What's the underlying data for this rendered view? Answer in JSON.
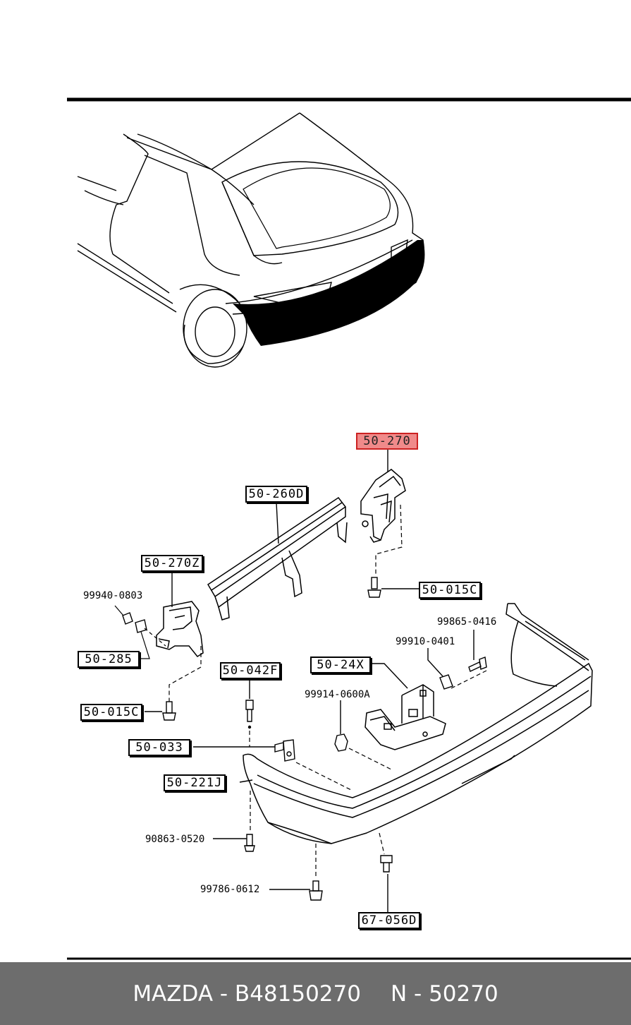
{
  "labels": {
    "p50_270": "50-270",
    "p50_260d": "50-260D",
    "p50_270z": "50-270Z",
    "p50_015c_a": "50-015C",
    "p50_015c_b": "50-015C",
    "p50_285": "50-285",
    "p50_24x": "50-24X",
    "p50_042f": "50-042F",
    "p50_033": "50-033",
    "p50_221j": "50-221J",
    "p67_056d": "67-056D",
    "b99940_0803": "99940-0803",
    "b99865_0416": "99865-0416",
    "b99910_0401": "99910-0401",
    "b99914_0600a": "99914-0600A",
    "b90863_0520": "90863-0520",
    "b99786_0612": "99786-0612"
  },
  "footer": {
    "left": "MAZDA - B48150270",
    "right": "N - 50270"
  },
  "colors": {
    "highlight": "#f08a8a",
    "footer_bg": "#6d6d6d"
  }
}
